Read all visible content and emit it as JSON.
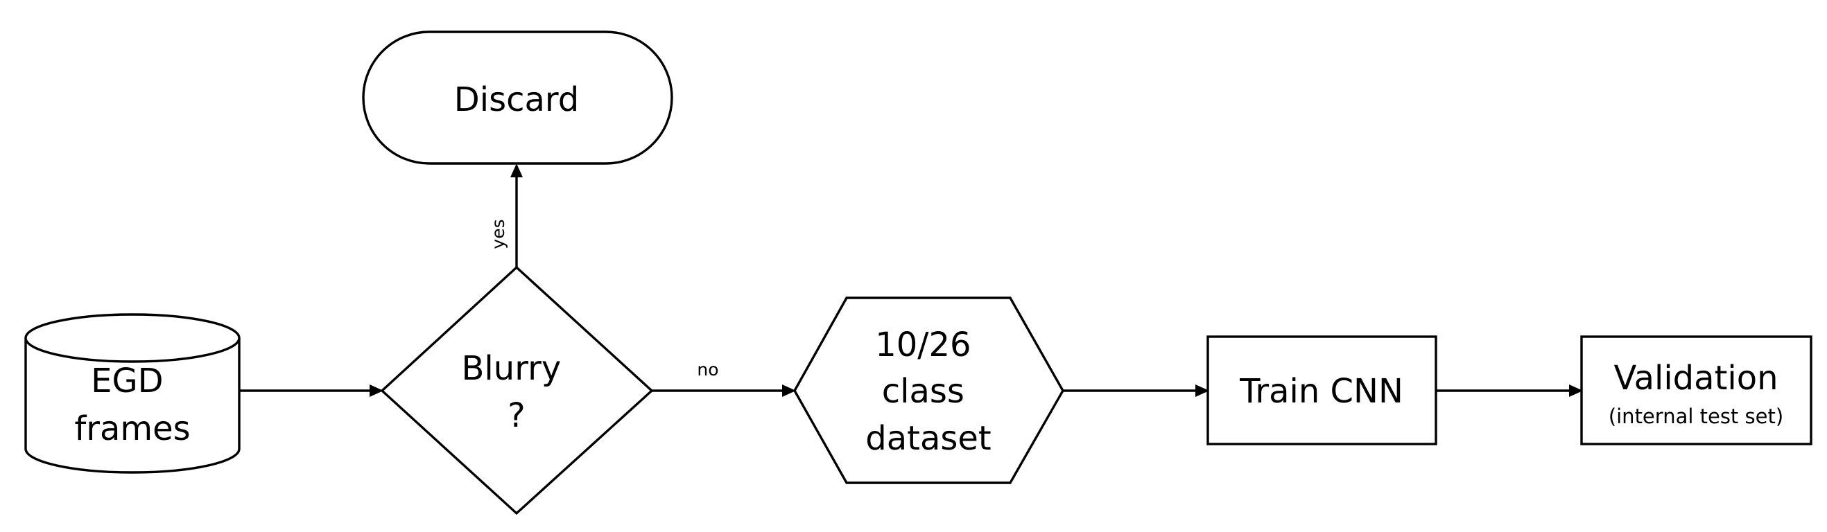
{
  "nodes": {
    "egd_frames": {
      "lines": [
        "EGD",
        "frames"
      ]
    },
    "blurry": {
      "lines": [
        "Blurry",
        "?"
      ]
    },
    "discard": {
      "text": "Discard"
    },
    "dataset": {
      "lines": [
        "10/26",
        "class",
        "dataset"
      ]
    },
    "train_cnn": {
      "text": "Train CNN"
    },
    "validation": {
      "text": "Validation",
      "subtext": "(internal test set)"
    }
  },
  "edges": {
    "yes_label": "yes",
    "no_label": "no"
  }
}
